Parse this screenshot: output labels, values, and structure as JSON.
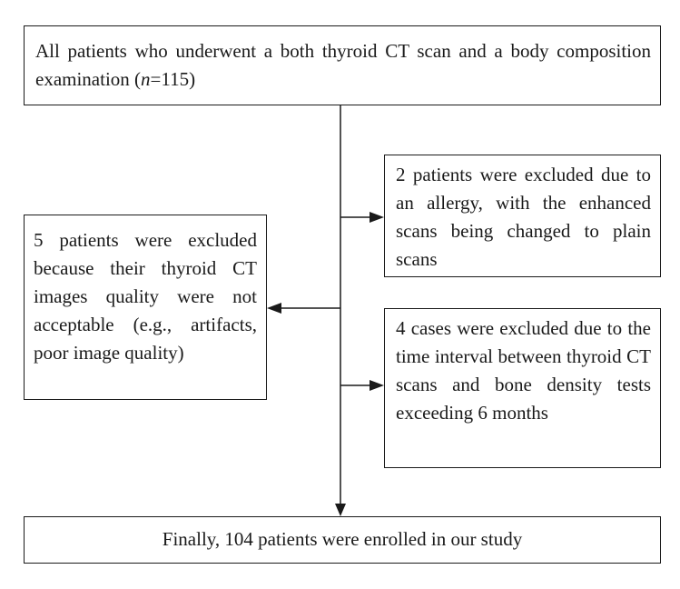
{
  "boxes": {
    "top": {
      "text_before": "All patients who underwent a both thyroid CT scan and a body composition examination (",
      "n_label": "n",
      "text_after": "=115)"
    },
    "left": {
      "text": "5 patients were excluded because their thyroid CT images quality were not acceptable (e.g., artifacts, poor image quality)"
    },
    "right_upper": {
      "text": "2 patients were excluded due to an allergy, with the enhanced scans being changed to plain scans"
    },
    "right_lower": {
      "text": "4 cases were excluded due to the time interval between thyroid CT scans and bone density tests exceeding 6 months"
    },
    "bottom": {
      "text": "Finally, 104 patients were enrolled in our study"
    }
  }
}
